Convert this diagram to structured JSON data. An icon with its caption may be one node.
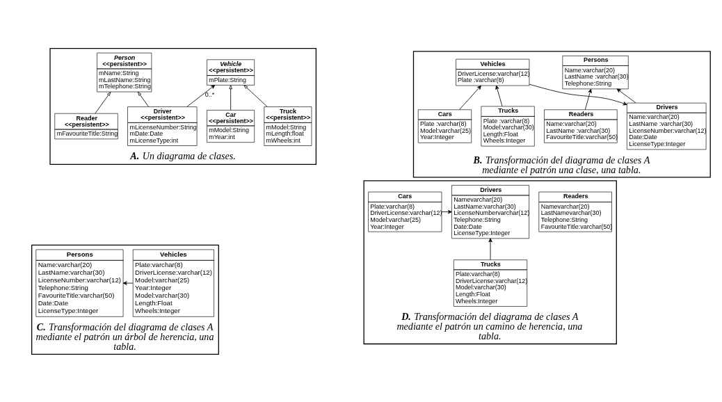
{
  "diagram": {
    "nodes": [
      {
        "text": [
          "A.",
          "Un diagrama de clases."
        ]
      },
      {
        "text": [
          "Person",
          "<<persistent>>",
          "mName:String",
          "mLastName:String",
          "mTelephone:String"
        ],
        "in": 0
      },
      {
        "text": [
          "Reader",
          "<<persistent>>",
          "mFavouriteTitle:String"
        ],
        "in": 0
      },
      {
        "text": [
          "Driver",
          "<<persistent>>",
          "mLicenseNumber:String",
          "mDate:Date",
          "mLicenseType:int"
        ],
        "in": 0
      },
      {
        "text": [
          "Vehicle",
          "<<persistent>>",
          "mPlate:String"
        ],
        "in": 0
      },
      {
        "text": [
          "Car",
          "<<persistent>>",
          "mModel:String",
          "mYear:int"
        ],
        "in": 0
      },
      {
        "text": [
          "Truck",
          "<<persistent>>",
          "mModel:String",
          "mLength:float",
          "mWheels:int"
        ],
        "in": 0
      },
      {
        "text": [
          "B.",
          "Transformación del diagrama de clases A mediante el patrón una clase, una tabla."
        ]
      },
      {
        "text": [
          "Persons",
          "Name:varchar(20)",
          "LastName :varchar(30)",
          "Telephone:String"
        ],
        "in": 7
      },
      {
        "text": [
          "Vehicles",
          "DriverLicense:varchar(12)",
          "Plate :varchar(8)"
        ],
        "in": 7
      },
      {
        "text": [
          "Readers",
          "Name:varchar(20)",
          "LastName :varchar(30)",
          "FavouriteTitle:varchar(50)"
        ],
        "in": 7
      },
      {
        "text": [
          "Drivers",
          "Name:varchar(20)",
          "LastName :varchar(30)",
          "LicenseNumber:varchar(12)",
          "Date:Date",
          "LicenseType:Integer"
        ],
        "in": 7
      },
      {
        "text": [
          "Cars",
          "Plate :varchar(8)",
          "Model:varchar(25)",
          "Year:Integer"
        ],
        "in": 7
      },
      {
        "text": [
          "Trucks",
          "Plate :varchar(8)",
          "Model:varchar(30)",
          "Length:Float",
          "Wheels:Integer"
        ],
        "in": 7
      },
      {
        "text": [
          "C.",
          "Transformación del diagrama de clases A mediante el patrón un árbol de herencia, una tabla."
        ]
      },
      {
        "text": [
          "Persons",
          "Name:varchar(20)",
          "LastName:varchar(30)",
          "LicenseNumber:varchar(12)",
          "Telephone:String",
          "FavouriteTitle:varchar(50)",
          "Date:Date",
          "LicenseType:Integer"
        ],
        "in": 14
      },
      {
        "text": [
          "Vehicles",
          "Plate:varchar(8)",
          "DriverLicense:varchar(12)",
          "Model:varchar(25)",
          "Year:Integer",
          "Model:varchar(30)",
          "Length:Float",
          "Wheels:Integer"
        ],
        "in": 14
      },
      {
        "text": [
          "D.",
          "Transformación del diagrama de clases A mediante el patrón un camino de herencia, una tabla."
        ]
      },
      {
        "text": [
          "Readers",
          "Namevarchar(20)",
          "LastNamevarchar(30)",
          "Telephone:String",
          "FavouriteTitle:varchar(50)"
        ],
        "in": 17
      },
      {
        "text": [
          "Drivers",
          "Namevarchar(20)",
          "LastName:varchar(30)",
          "LicenseNumbervarchar(12)",
          "Telephone:String",
          "Date:Date",
          "LicenseType:Integer"
        ],
        "in": 17
      },
      {
        "text": [
          "Cars",
          "Plate:varchar(8)",
          "DriverLicense:varchar(12)",
          "Model:varchar(25)",
          "Year:Integer"
        ],
        "in": 17
      },
      {
        "text": [
          "Trucks",
          "Plate:varchar(8)",
          "DriverLicense:varchar(12)",
          "Model:varchar(30)",
          "Length:Float",
          "Wheels:Integer"
        ],
        "in": 17
      }
    ],
    "edges": [
      {
        "from": 2,
        "to": 1,
        "arrow": "to"
      },
      {
        "from": 3,
        "to": 1,
        "arrow": "to"
      },
      {
        "from": 3,
        "to": 4,
        "arrow": "to",
        "label": "0..*"
      },
      {
        "from": 5,
        "to": 4,
        "arrow": "to"
      },
      {
        "from": 6,
        "to": 4,
        "arrow": "to"
      },
      {
        "from": 10,
        "to": 8,
        "arrow": "to"
      },
      {
        "from": 11,
        "to": 8,
        "arrow": "to"
      },
      {
        "from": 9,
        "to": 11,
        "arrow": "to"
      },
      {
        "from": 12,
        "to": 9,
        "arrow": "to"
      },
      {
        "from": 13,
        "to": 9,
        "arrow": "to"
      },
      {
        "from": 16,
        "to": 15,
        "arrow": "to"
      },
      {
        "from": 20,
        "to": 19,
        "arrow": "to"
      },
      {
        "from": 21,
        "to": 19,
        "arrow": "to"
      }
    ]
  }
}
